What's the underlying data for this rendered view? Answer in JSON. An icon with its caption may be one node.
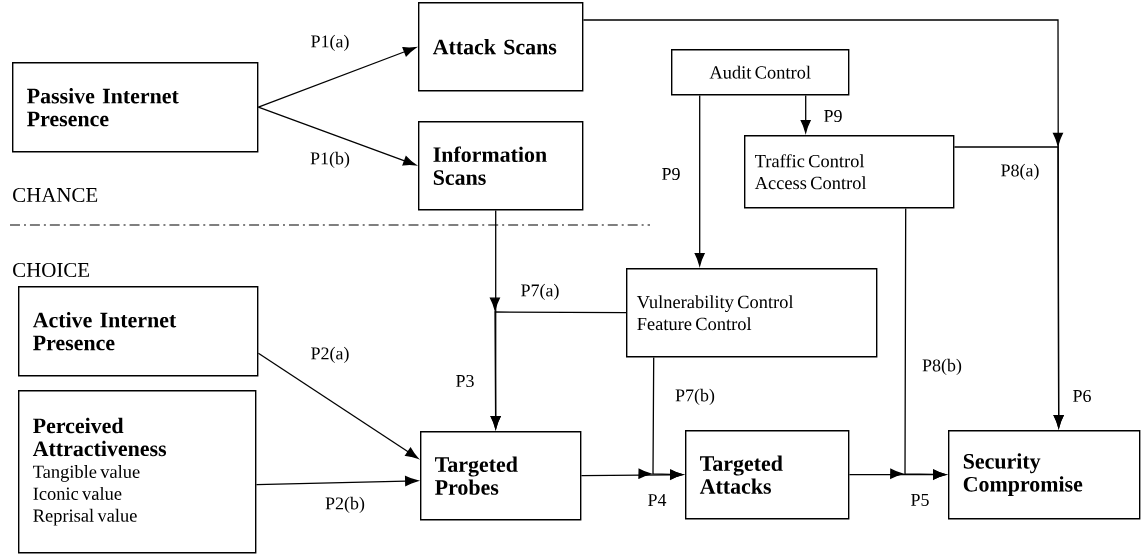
{
  "diagram": {
    "nodes": [
      {
        "text": [
          "Passive Internet Presence"
        ]
      },
      {
        "text": [
          "Attack Scans"
        ]
      },
      {
        "text": [
          "Information Scans"
        ]
      },
      {
        "text": [
          "Audit Control"
        ]
      },
      {
        "text": [
          "Traffic Control",
          "Access Control"
        ]
      },
      {
        "text": [
          "Vulnerability Control",
          "Feature Control"
        ]
      },
      {
        "text": [
          "Active Internet Presence"
        ]
      },
      {
        "text": [
          "Perceived Attractiveness",
          "Tangible value",
          "Iconic value",
          "Reprisal value"
        ]
      },
      {
        "text": [
          "Targeted Probes"
        ]
      },
      {
        "text": [
          "Targeted Attacks"
        ]
      },
      {
        "text": [
          "Security Compromise"
        ]
      }
    ],
    "edges": [
      {
        "from": 0,
        "to": 1,
        "arrow": "to",
        "label": "P1(a)"
      },
      {
        "from": 0,
        "to": 2,
        "arrow": "to",
        "label": "P1(b)"
      },
      {
        "from": 1,
        "to": 10,
        "arrow": "to",
        "label": "P6"
      },
      {
        "from": 3,
        "to": 4,
        "arrow": "to",
        "label": "P9"
      },
      {
        "from": 3,
        "to": 5,
        "arrow": "to",
        "label": "P9"
      },
      {
        "from": 4,
        "to": 10,
        "arrow": "to",
        "label": "P8(a)"
      },
      {
        "from": 2,
        "to": 8,
        "arrow": "to",
        "label": "P3"
      },
      {
        "from": 5,
        "to": 8,
        "arrow": "to",
        "label": "P7(a)"
      },
      {
        "from": 4,
        "to": 10,
        "arrow": "to",
        "label": "P8(b)"
      },
      {
        "from": 6,
        "to": 8,
        "arrow": "to",
        "label": "P2(a)"
      },
      {
        "from": 7,
        "to": 8,
        "arrow": "to",
        "label": "P2(b)"
      },
      {
        "from": 5,
        "to": 9,
        "arrow": "to",
        "label": "P7(b)"
      },
      {
        "from": 8,
        "to": 9,
        "arrow": "to",
        "label": "P4"
      },
      {
        "from": 9,
        "to": 10,
        "arrow": "to",
        "label": "P5"
      }
    ],
    "labels": [
      "CHANCE",
      "CHOICE"
    ]
  }
}
